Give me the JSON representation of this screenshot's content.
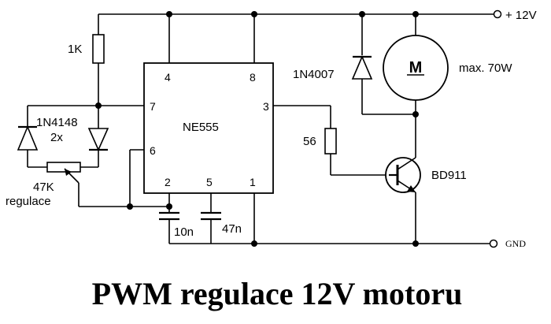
{
  "title": "PWM regulace 12V motoru",
  "ic": {
    "name": "NE555",
    "pins": {
      "p1": "1",
      "p2": "2",
      "p3": "3",
      "p4": "4",
      "p5": "5",
      "p6": "6",
      "p7": "7",
      "p8": "8"
    }
  },
  "power": {
    "supply": "+ 12V",
    "ground": "GND"
  },
  "components": {
    "r_top": "1K",
    "diodes_name": "1N4148",
    "diodes_count": "2x",
    "pot_value": "47K",
    "pot_label": "regulace",
    "r_base": "56",
    "c_timing": "10n",
    "c_ctrl": "47n",
    "flyback_diode": "1N4007",
    "motor_symbol": "M",
    "motor_power": "max. 70W",
    "transistor": "BD911"
  }
}
